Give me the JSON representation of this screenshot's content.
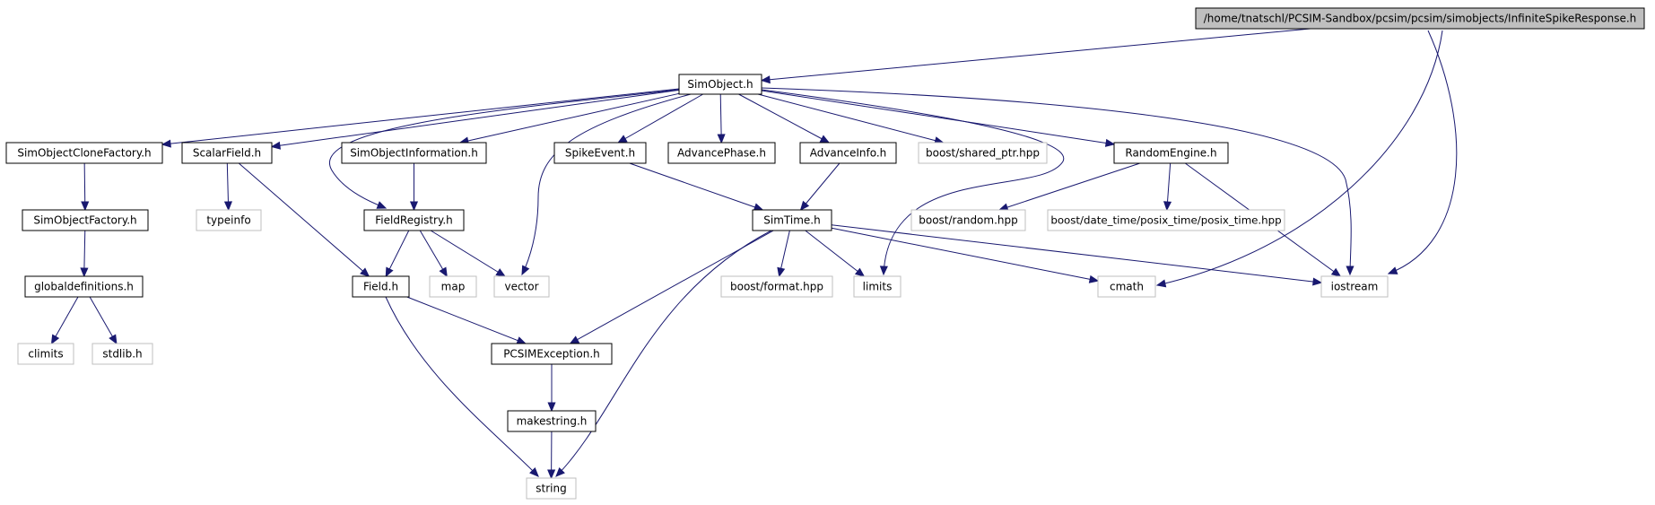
{
  "graph": {
    "nodes": [
      {
        "id": "root",
        "label": "/home/tnatschl/PCSIM-Sandbox/pcsim/pcsim/simobjects/InfiniteSpikeResponse.h",
        "style": "current"
      },
      {
        "id": "simobject",
        "label": "SimObject.h",
        "style": "documented"
      },
      {
        "id": "clonefactory",
        "label": "SimObjectCloneFactory.h",
        "style": "documented"
      },
      {
        "id": "scalarfield",
        "label": "ScalarField.h",
        "style": "documented"
      },
      {
        "id": "objinfo",
        "label": "SimObjectInformation.h",
        "style": "documented"
      },
      {
        "id": "spikeevent",
        "label": "SpikeEvent.h",
        "style": "documented"
      },
      {
        "id": "advancephase",
        "label": "AdvancePhase.h",
        "style": "documented"
      },
      {
        "id": "advanceinfo",
        "label": "AdvanceInfo.h",
        "style": "documented"
      },
      {
        "id": "sharedptr",
        "label": "boost/shared_ptr.hpp",
        "style": "external"
      },
      {
        "id": "randomengine",
        "label": "RandomEngine.h",
        "style": "documented"
      },
      {
        "id": "objfactory",
        "label": "SimObjectFactory.h",
        "style": "documented"
      },
      {
        "id": "typeinfo",
        "label": "typeinfo",
        "style": "external"
      },
      {
        "id": "fieldregistry",
        "label": "FieldRegistry.h",
        "style": "documented"
      },
      {
        "id": "simtime",
        "label": "SimTime.h",
        "style": "documented"
      },
      {
        "id": "boostrandom",
        "label": "boost/random.hpp",
        "style": "external"
      },
      {
        "id": "posixtime",
        "label": "boost/date_time/posix_time/posix_time.hpp",
        "style": "external"
      },
      {
        "id": "globaldefs",
        "label": "globaldefinitions.h",
        "style": "documented"
      },
      {
        "id": "field",
        "label": "Field.h",
        "style": "documented"
      },
      {
        "id": "map",
        "label": "map",
        "style": "external"
      },
      {
        "id": "vector",
        "label": "vector",
        "style": "external"
      },
      {
        "id": "boostformat",
        "label": "boost/format.hpp",
        "style": "external"
      },
      {
        "id": "limits",
        "label": "limits",
        "style": "external"
      },
      {
        "id": "cmath",
        "label": "cmath",
        "style": "external"
      },
      {
        "id": "iostream",
        "label": "iostream",
        "style": "external"
      },
      {
        "id": "climits",
        "label": "climits",
        "style": "external"
      },
      {
        "id": "stdlib",
        "label": "stdlib.h",
        "style": "external"
      },
      {
        "id": "pcsimexc",
        "label": "PCSIMException.h",
        "style": "documented"
      },
      {
        "id": "makestring",
        "label": "makestring.h",
        "style": "documented"
      },
      {
        "id": "string",
        "label": "string",
        "style": "external"
      }
    ],
    "edges": [
      [
        "root",
        "simobject"
      ],
      [
        "root",
        "cmath"
      ],
      [
        "root",
        "iostream"
      ],
      [
        "simobject",
        "clonefactory"
      ],
      [
        "simobject",
        "scalarfield"
      ],
      [
        "simobject",
        "fieldregistry"
      ],
      [
        "simobject",
        "objinfo"
      ],
      [
        "simobject",
        "vector"
      ],
      [
        "simobject",
        "spikeevent"
      ],
      [
        "simobject",
        "advancephase"
      ],
      [
        "simobject",
        "advanceinfo"
      ],
      [
        "simobject",
        "sharedptr"
      ],
      [
        "simobject",
        "limits"
      ],
      [
        "simobject",
        "randomengine"
      ],
      [
        "simobject",
        "iostream"
      ],
      [
        "clonefactory",
        "objfactory"
      ],
      [
        "objfactory",
        "globaldefs"
      ],
      [
        "globaldefs",
        "climits"
      ],
      [
        "globaldefs",
        "stdlib"
      ],
      [
        "scalarfield",
        "typeinfo"
      ],
      [
        "scalarfield",
        "field"
      ],
      [
        "objinfo",
        "fieldregistry"
      ],
      [
        "fieldregistry",
        "field"
      ],
      [
        "fieldregistry",
        "map"
      ],
      [
        "fieldregistry",
        "vector"
      ],
      [
        "spikeevent",
        "simtime"
      ],
      [
        "advanceinfo",
        "simtime"
      ],
      [
        "randomengine",
        "boostrandom"
      ],
      [
        "randomengine",
        "posixtime"
      ],
      [
        "randomengine",
        "iostream"
      ],
      [
        "simtime",
        "pcsimexc"
      ],
      [
        "simtime",
        "string"
      ],
      [
        "simtime",
        "boostformat"
      ],
      [
        "simtime",
        "limits"
      ],
      [
        "simtime",
        "cmath"
      ],
      [
        "simtime",
        "iostream"
      ],
      [
        "field",
        "pcsimexc"
      ],
      [
        "field",
        "string"
      ],
      [
        "pcsimexc",
        "makestring"
      ],
      [
        "makestring",
        "string"
      ]
    ]
  },
  "colors": {
    "edge": "#191970",
    "current_fill": "#bfbfbf",
    "current_stroke": "#000000",
    "documented_fill": "#ffffff",
    "documented_stroke": "#000000",
    "external_fill": "#ffffff",
    "external_stroke": "#bfbfbf"
  }
}
